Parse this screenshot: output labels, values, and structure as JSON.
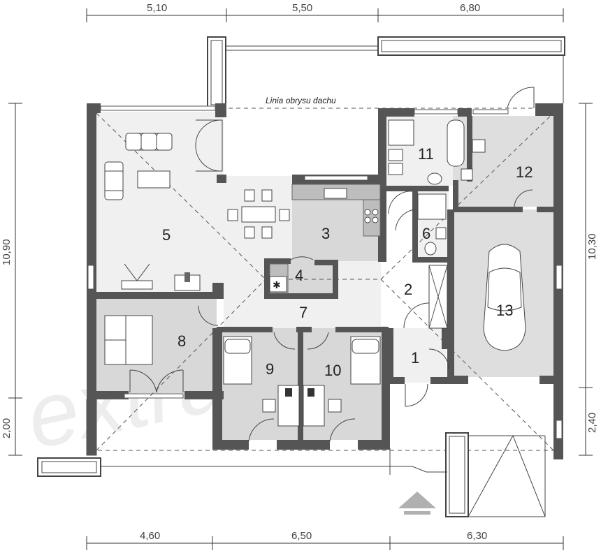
{
  "dimensions": {
    "top": [
      "5,10",
      "5,50",
      "6,80"
    ],
    "bottom": [
      "4,60",
      "6,50",
      "6,30"
    ],
    "left": [
      "10,90",
      "2,00"
    ],
    "right": [
      "10,30",
      "2,40"
    ]
  },
  "roof_outline_label": "Linia obrysu dachu",
  "rooms": [
    "1",
    "2",
    "3",
    "4",
    "5",
    "6",
    "7",
    "8",
    "9",
    "10",
    "11",
    "12",
    "13"
  ],
  "watermark": "extradom",
  "colors": {
    "wall": "#555555",
    "light_floor": "#f0f0f0",
    "dark_floor": "#d8d8d8",
    "garage_floor": "#dedede",
    "entrance_arrow": "#b0b0b0"
  }
}
